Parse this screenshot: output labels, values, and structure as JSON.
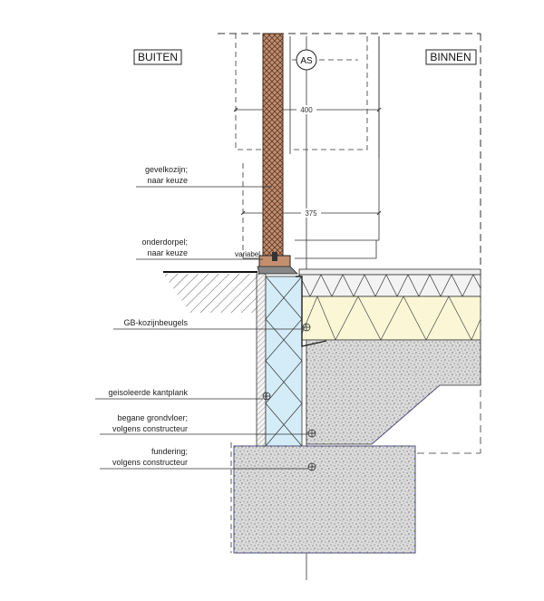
{
  "sides": {
    "outside": "BUITEN",
    "inside": "BINNEN"
  },
  "axis_label": "AS",
  "dimensions": {
    "top": "400",
    "middle": "375"
  },
  "labels": {
    "gevelkozijn_1": "gevelkozijn;",
    "gevelkozijn_2": "naar keuze",
    "onderdorpel_1": "onderdorpel;",
    "onderdorpel_2": "naar keuze",
    "variabel": "variabel",
    "kozijnbeugels": "GB-kozijnbeugels",
    "kantplank": "geisoleerde kantplank",
    "grondvloer_1": "begane grondvloer;",
    "grondvloer_2": "volgens constructeur",
    "fundering_1": "fundering;",
    "fundering_2": "volgens constructeur"
  },
  "colors": {
    "frame": "#b8866a",
    "insulation_blue": "#d4ecf7",
    "insulation_yellow": "#fbf7d6",
    "concrete": "#d8d8d8"
  }
}
